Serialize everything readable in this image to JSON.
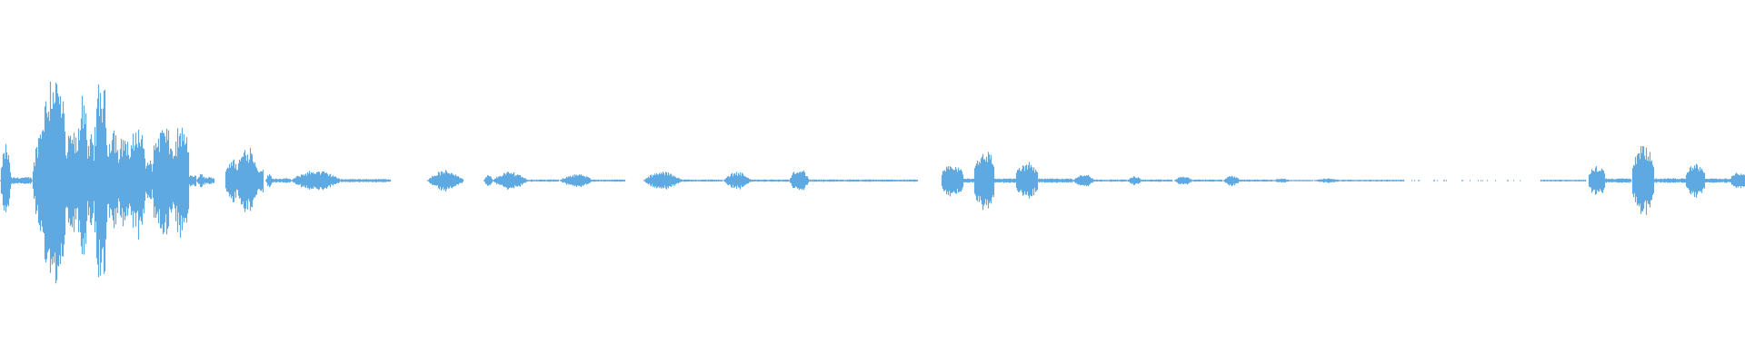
{
  "waveform": {
    "color": "#5ea9e2",
    "background": "#ffffff",
    "duration_units": 1920,
    "peak_scale": 1.0,
    "segments": [
      {
        "start": 0,
        "end": 12,
        "amp": 0.32,
        "env": "blob"
      },
      {
        "start": 12,
        "end": 35,
        "amp": 0.03,
        "env": "flat"
      },
      {
        "start": 35,
        "end": 45,
        "amp": 0.55,
        "env": "rise"
      },
      {
        "start": 45,
        "end": 72,
        "amp": 1.0,
        "env": "dense"
      },
      {
        "start": 72,
        "end": 86,
        "amp": 0.45,
        "env": "dense"
      },
      {
        "start": 86,
        "end": 96,
        "amp": 0.85,
        "env": "dense"
      },
      {
        "start": 96,
        "end": 104,
        "amp": 0.4,
        "env": "dense"
      },
      {
        "start": 104,
        "end": 118,
        "amp": 0.92,
        "env": "dense"
      },
      {
        "start": 118,
        "end": 130,
        "amp": 0.5,
        "env": "dense"
      },
      {
        "start": 130,
        "end": 143,
        "amp": 0.42,
        "env": "dense"
      },
      {
        "start": 143,
        "end": 160,
        "amp": 0.5,
        "env": "dense"
      },
      {
        "start": 160,
        "end": 168,
        "amp": 0.2,
        "env": "dense"
      },
      {
        "start": 168,
        "end": 190,
        "amp": 0.5,
        "env": "dense"
      },
      {
        "start": 190,
        "end": 208,
        "amp": 0.48,
        "env": "dense"
      },
      {
        "start": 208,
        "end": 216,
        "amp": 0.05,
        "env": "flat"
      },
      {
        "start": 216,
        "end": 226,
        "amp": 0.06,
        "env": "blob"
      },
      {
        "start": 226,
        "end": 236,
        "amp": 0.03,
        "env": "flat"
      },
      {
        "start": 248,
        "end": 262,
        "amp": 0.2,
        "env": "dense"
      },
      {
        "start": 262,
        "end": 282,
        "amp": 0.32,
        "env": "dense"
      },
      {
        "start": 282,
        "end": 290,
        "amp": 0.12,
        "env": "flat"
      },
      {
        "start": 292,
        "end": 300,
        "amp": 0.06,
        "env": "blob"
      },
      {
        "start": 300,
        "end": 320,
        "amp": 0.02,
        "env": "flat"
      },
      {
        "start": 320,
        "end": 375,
        "amp": 0.09,
        "env": "blob"
      },
      {
        "start": 375,
        "end": 430,
        "amp": 0.015,
        "env": "flat"
      },
      {
        "start": 470,
        "end": 510,
        "amp": 0.09,
        "env": "blob"
      },
      {
        "start": 532,
        "end": 542,
        "amp": 0.05,
        "env": "blob"
      },
      {
        "start": 542,
        "end": 580,
        "amp": 0.08,
        "env": "blob"
      },
      {
        "start": 580,
        "end": 615,
        "amp": 0.01,
        "env": "flat"
      },
      {
        "start": 616,
        "end": 652,
        "amp": 0.06,
        "env": "blob"
      },
      {
        "start": 652,
        "end": 688,
        "amp": 0.01,
        "env": "flat"
      },
      {
        "start": 708,
        "end": 750,
        "amp": 0.08,
        "env": "blob"
      },
      {
        "start": 750,
        "end": 795,
        "amp": 0.01,
        "env": "flat"
      },
      {
        "start": 796,
        "end": 826,
        "amp": 0.08,
        "env": "blob"
      },
      {
        "start": 826,
        "end": 868,
        "amp": 0.01,
        "env": "flat"
      },
      {
        "start": 868,
        "end": 890,
        "amp": 0.11,
        "env": "blob"
      },
      {
        "start": 890,
        "end": 1010,
        "amp": 0.01,
        "env": "flat"
      },
      {
        "start": 1036,
        "end": 1060,
        "amp": 0.14,
        "env": "dense"
      },
      {
        "start": 1060,
        "end": 1072,
        "amp": 0.02,
        "env": "flat"
      },
      {
        "start": 1072,
        "end": 1094,
        "amp": 0.28,
        "env": "dense"
      },
      {
        "start": 1094,
        "end": 1118,
        "amp": 0.02,
        "env": "flat"
      },
      {
        "start": 1118,
        "end": 1142,
        "amp": 0.16,
        "env": "dense"
      },
      {
        "start": 1142,
        "end": 1180,
        "amp": 0.02,
        "env": "flat"
      },
      {
        "start": 1180,
        "end": 1204,
        "amp": 0.06,
        "env": "blob"
      },
      {
        "start": 1204,
        "end": 1240,
        "amp": 0.01,
        "env": "flat"
      },
      {
        "start": 1240,
        "end": 1256,
        "amp": 0.04,
        "env": "blob"
      },
      {
        "start": 1256,
        "end": 1290,
        "amp": 0.01,
        "env": "flat"
      },
      {
        "start": 1292,
        "end": 1312,
        "amp": 0.04,
        "env": "blob"
      },
      {
        "start": 1312,
        "end": 1345,
        "amp": 0.01,
        "env": "flat"
      },
      {
        "start": 1346,
        "end": 1364,
        "amp": 0.05,
        "env": "blob"
      },
      {
        "start": 1364,
        "end": 1400,
        "amp": 0.01,
        "env": "flat"
      },
      {
        "start": 1400,
        "end": 1420,
        "amp": 0.02,
        "env": "blob"
      },
      {
        "start": 1420,
        "end": 1445,
        "amp": 0.006,
        "env": "flat"
      },
      {
        "start": 1446,
        "end": 1476,
        "amp": 0.02,
        "env": "blob"
      },
      {
        "start": 1476,
        "end": 1545,
        "amp": 0.008,
        "env": "flat"
      },
      {
        "start": 1545,
        "end": 1675,
        "amp": 0.004,
        "env": "sparse"
      },
      {
        "start": 1695,
        "end": 1745,
        "amp": 0.008,
        "env": "flat"
      },
      {
        "start": 1748,
        "end": 1766,
        "amp": 0.14,
        "env": "dense"
      },
      {
        "start": 1766,
        "end": 1795,
        "amp": 0.02,
        "env": "flat"
      },
      {
        "start": 1796,
        "end": 1820,
        "amp": 0.3,
        "env": "dense"
      },
      {
        "start": 1820,
        "end": 1855,
        "amp": 0.02,
        "env": "flat"
      },
      {
        "start": 1855,
        "end": 1876,
        "amp": 0.16,
        "env": "dense"
      },
      {
        "start": 1876,
        "end": 1905,
        "amp": 0.02,
        "env": "flat"
      },
      {
        "start": 1905,
        "end": 1920,
        "amp": 0.08,
        "env": "dense"
      }
    ]
  }
}
